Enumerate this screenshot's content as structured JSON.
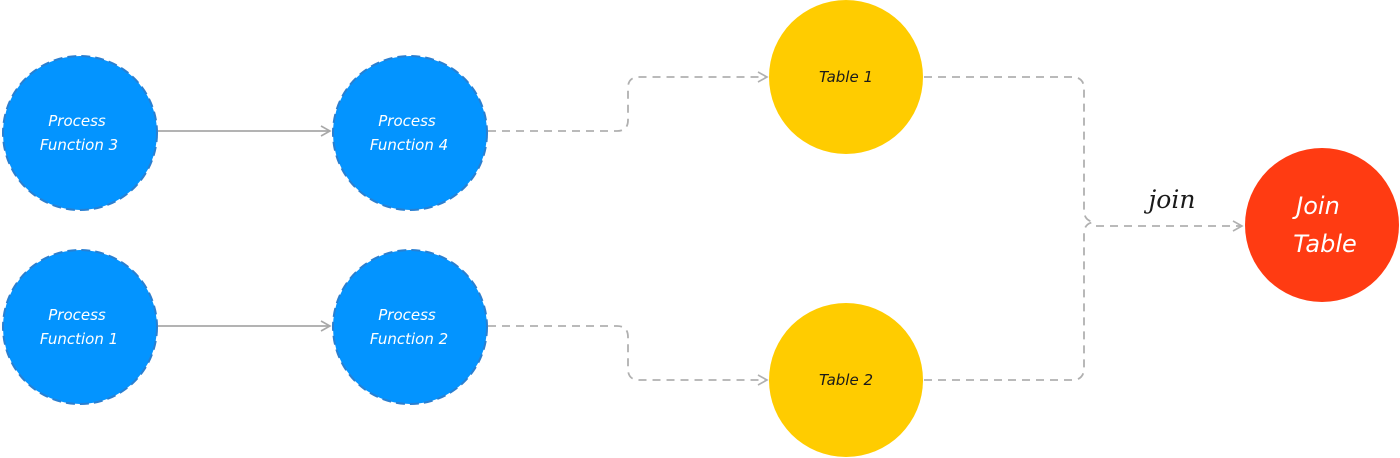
{
  "colors": {
    "process": "#0394FF",
    "process_border": "#2A7FD0",
    "table": "#FFCC00",
    "join": "#FF3B12",
    "edge": "#B0B0B0"
  },
  "nodes": {
    "pf3": {
      "line1": "Process",
      "line2": "Function 3"
    },
    "pf4": {
      "line1": "Process",
      "line2": "Function 4"
    },
    "pf1": {
      "line1": "Process",
      "line2": "Function 1"
    },
    "pf2": {
      "line1": "Process",
      "line2": "Function 2"
    },
    "table1": {
      "label": "Table 1"
    },
    "table2": {
      "label": "Table 2"
    },
    "join_table": {
      "line1": "Join",
      "line2": "Table"
    }
  },
  "edges": {
    "join_label": "join"
  }
}
